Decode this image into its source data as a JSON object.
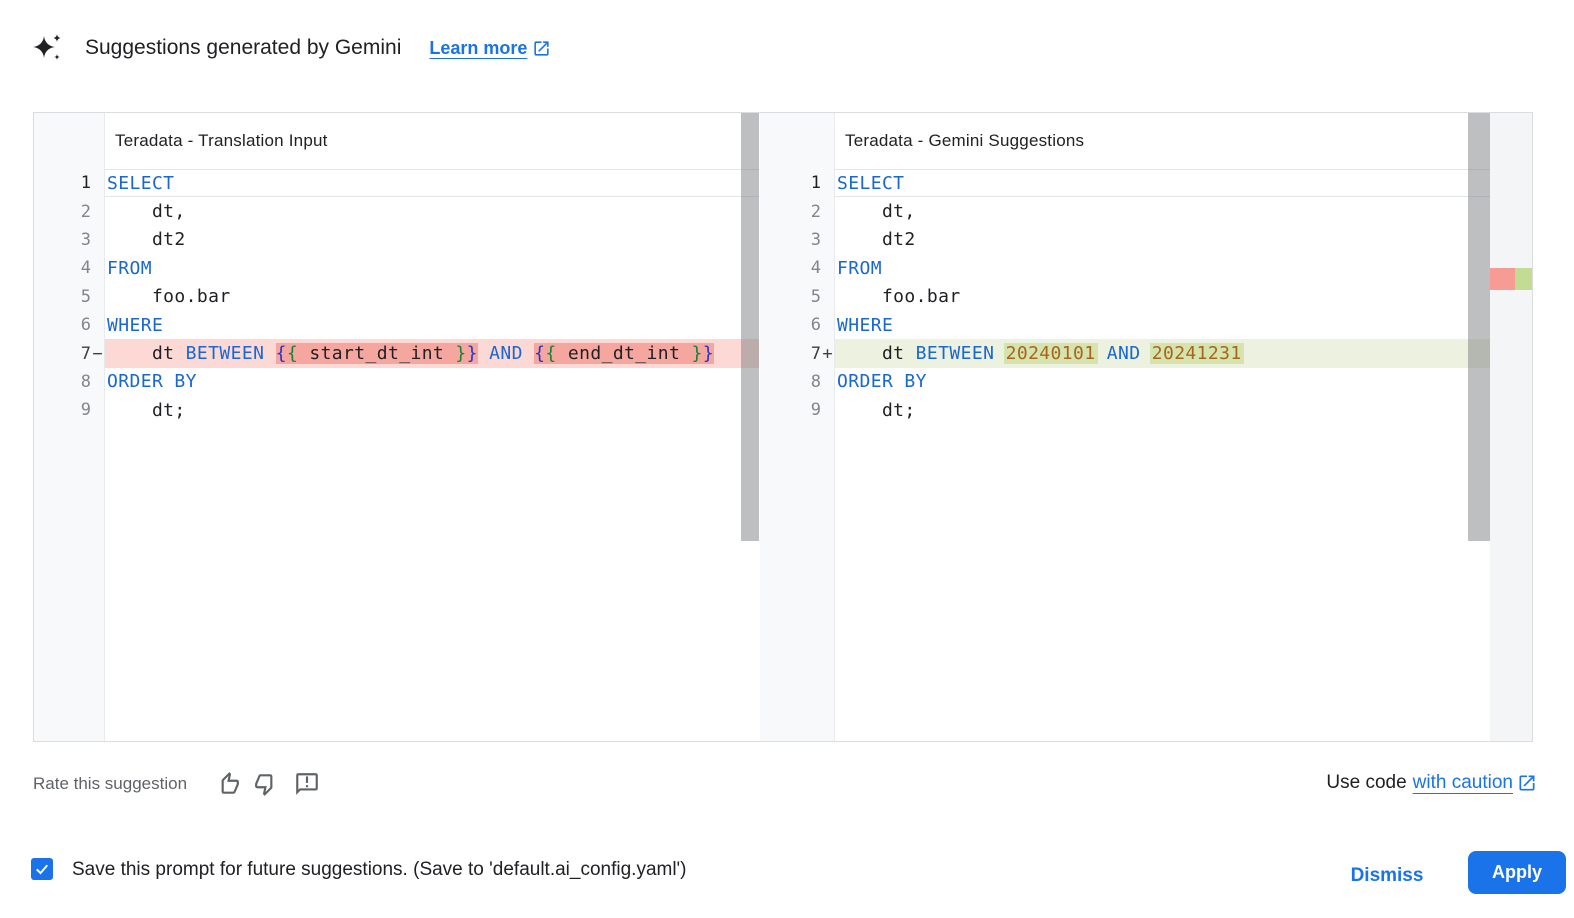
{
  "header": {
    "title": "Suggestions generated by Gemini",
    "learn_more_label": "Learn more"
  },
  "diff": {
    "left": {
      "title": "Teradata - Translation Input",
      "lines": [
        {
          "num": "1",
          "sign": "",
          "type": "current",
          "segs": [
            [
              "SELECT",
              "kw"
            ]
          ]
        },
        {
          "num": "2",
          "sign": "",
          "type": "",
          "segs": [
            [
              "    dt,",
              "txt"
            ]
          ]
        },
        {
          "num": "3",
          "sign": "",
          "type": "",
          "segs": [
            [
              "    dt2",
              "txt"
            ]
          ]
        },
        {
          "num": "4",
          "sign": "",
          "type": "",
          "segs": [
            [
              "FROM",
              "kw"
            ]
          ]
        },
        {
          "num": "5",
          "sign": "",
          "type": "",
          "segs": [
            [
              "    foo.bar",
              "txt"
            ]
          ]
        },
        {
          "num": "6",
          "sign": "",
          "type": "",
          "segs": [
            [
              "WHERE",
              "kw"
            ]
          ]
        },
        {
          "num": "7",
          "sign": "−",
          "type": "removed",
          "segs": [
            [
              "    dt ",
              "txt"
            ],
            [
              "BETWEEN",
              "kw"
            ],
            [
              " ",
              "txt"
            ],
            [
              "{",
              "br1",
              "wr"
            ],
            [
              "{",
              "br2",
              "wr"
            ],
            [
              " start_dt_int ",
              "txt",
              "wr"
            ],
            [
              "}",
              "br2",
              "wr"
            ],
            [
              "}",
              "br1",
              "wr"
            ],
            [
              " ",
              "txt"
            ],
            [
              "AND",
              "kw"
            ],
            [
              " ",
              "txt"
            ],
            [
              "{",
              "br1",
              "wr"
            ],
            [
              "{",
              "br2",
              "wr"
            ],
            [
              " end_dt_int ",
              "txt",
              "wr"
            ],
            [
              "}",
              "br2",
              "wr"
            ],
            [
              "}",
              "br1",
              "wr"
            ]
          ]
        },
        {
          "num": "8",
          "sign": "",
          "type": "",
          "segs": [
            [
              "ORDER BY",
              "kw"
            ]
          ]
        },
        {
          "num": "9",
          "sign": "",
          "type": "",
          "segs": [
            [
              "    dt;",
              "txt"
            ]
          ]
        }
      ]
    },
    "right": {
      "title": "Teradata - Gemini Suggestions",
      "lines": [
        {
          "num": "1",
          "sign": "",
          "type": "current",
          "segs": [
            [
              "SELECT",
              "kw"
            ]
          ]
        },
        {
          "num": "2",
          "sign": "",
          "type": "",
          "segs": [
            [
              "    dt,",
              "txt"
            ]
          ]
        },
        {
          "num": "3",
          "sign": "",
          "type": "",
          "segs": [
            [
              "    dt2",
              "txt"
            ]
          ]
        },
        {
          "num": "4",
          "sign": "",
          "type": "",
          "segs": [
            [
              "FROM",
              "kw"
            ]
          ]
        },
        {
          "num": "5",
          "sign": "",
          "type": "",
          "segs": [
            [
              "    foo.bar",
              "txt"
            ]
          ]
        },
        {
          "num": "6",
          "sign": "",
          "type": "",
          "segs": [
            [
              "WHERE",
              "kw"
            ]
          ]
        },
        {
          "num": "7",
          "sign": "+",
          "type": "added",
          "segs": [
            [
              "    dt ",
              "txt"
            ],
            [
              "BETWEEN",
              "kw"
            ],
            [
              " ",
              "txt"
            ],
            [
              "20240101",
              "num",
              "wa"
            ],
            [
              " ",
              "txt"
            ],
            [
              "AND",
              "kw"
            ],
            [
              " ",
              "txt"
            ],
            [
              "20241231",
              "num",
              "wa"
            ]
          ]
        },
        {
          "num": "8",
          "sign": "",
          "type": "",
          "segs": [
            [
              "ORDER BY",
              "kw"
            ]
          ]
        },
        {
          "num": "9",
          "sign": "",
          "type": "",
          "segs": [
            [
              "    dt;",
              "txt"
            ]
          ]
        }
      ]
    }
  },
  "rate": {
    "label": "Rate this suggestion"
  },
  "use_code": {
    "prefix": "Use code",
    "link_label": "with caution"
  },
  "footer": {
    "checkbox_checked": true,
    "checkbox_label": "Save this prompt for future suggestions. (Save to 'default.ai_config.yaml')",
    "dismiss_label": "Dismiss",
    "apply_label": "Apply"
  },
  "colors": {
    "accent": "#1a73e8",
    "kw": "#1967d2",
    "numlit": "#a9641a",
    "br1": "#2333cc",
    "br2": "#188038",
    "line-removed": "#fcd9d4",
    "word-removed": "#f5a79f",
    "line-added": "#edf1df",
    "word-added": "#d5e4ae",
    "gutter-bg": "#f8f9fa",
    "gutter-num": "#80868b",
    "panel-border": "#dadce0",
    "sep": "#e8eaed",
    "cur-border": "#e3e5e8",
    "scroll-thumb": "rgba(124,128,132,0.5)",
    "ruler-bg": "#f4f5f6",
    "ruler-removed": "#f79c94",
    "ruler-added": "#c3dc94"
  }
}
